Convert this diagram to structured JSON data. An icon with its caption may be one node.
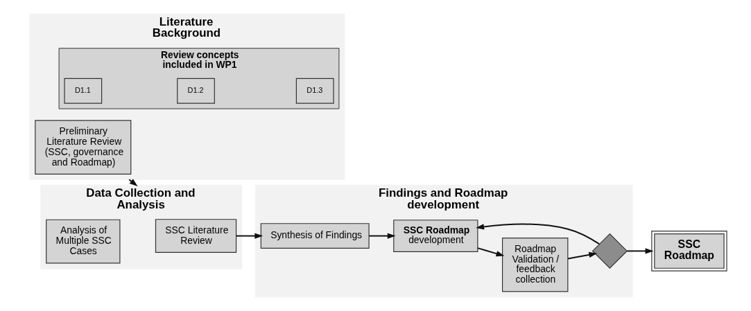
{
  "diagram": {
    "nodes": [
      {
        "text": [
          "Literature Background"
        ]
      },
      {
        "text": [
          "Preliminary Literature Review (SSC, governance and Roadmap)"
        ],
        "in": 0
      },
      {
        "text": [
          "Review concepts included in WP1"
        ],
        "in": 0
      },
      {
        "text": [
          "D1.1"
        ],
        "in": 2
      },
      {
        "text": [
          "D1.2"
        ],
        "in": 2
      },
      {
        "text": [
          "D1.3"
        ],
        "in": 2
      },
      {
        "text": [
          "Data Collection and Analysis"
        ]
      },
      {
        "text": [
          "SSC Literature Review"
        ],
        "in": 6
      },
      {
        "text": [
          "Analysis of Multiple SSC Cases"
        ],
        "in": 6
      },
      {
        "text": [
          "Findings and Roadmap development"
        ]
      },
      {
        "text": [
          "Synthesis of Findings"
        ],
        "in": 9
      },
      {
        "text": [
          "**SSC Roadmap** development"
        ],
        "in": 9
      },
      {
        "text": [
          "Roadmap Validation / feedback collection"
        ],
        "in": 9
      },
      {
        "text": [],
        "shape": "diamond",
        "in": 9
      },
      {
        "text": [
          "SSC Roadmap"
        ]
      }
    ],
    "edges": [
      {
        "from": 0,
        "to": 6,
        "arrow": "to"
      },
      {
        "from": 7,
        "to": 10,
        "arrow": "to"
      },
      {
        "from": 10,
        "to": 11,
        "arrow": "to"
      },
      {
        "from": 11,
        "to": 12,
        "arrow": "to"
      },
      {
        "from": 12,
        "to": 13,
        "arrow": "to"
      },
      {
        "from": 13,
        "to": 11,
        "arrow": "to"
      },
      {
        "from": 13,
        "to": 14,
        "arrow": "to"
      }
    ]
  }
}
